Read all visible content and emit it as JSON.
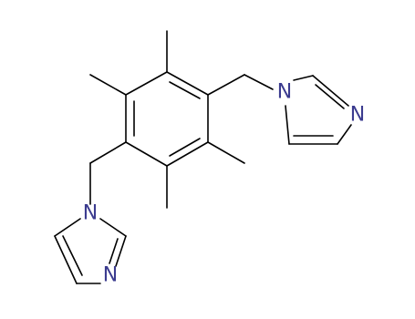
{
  "molecule": {
    "atoms": {
      "n_top_ring_1": "N",
      "n_top_ring_3": "N",
      "n_bottom_ring_1": "N",
      "n_bottom_ring_3": "N"
    },
    "colors": {
      "bond": "#000000",
      "nitrogen": "#3b3b8f"
    }
  }
}
